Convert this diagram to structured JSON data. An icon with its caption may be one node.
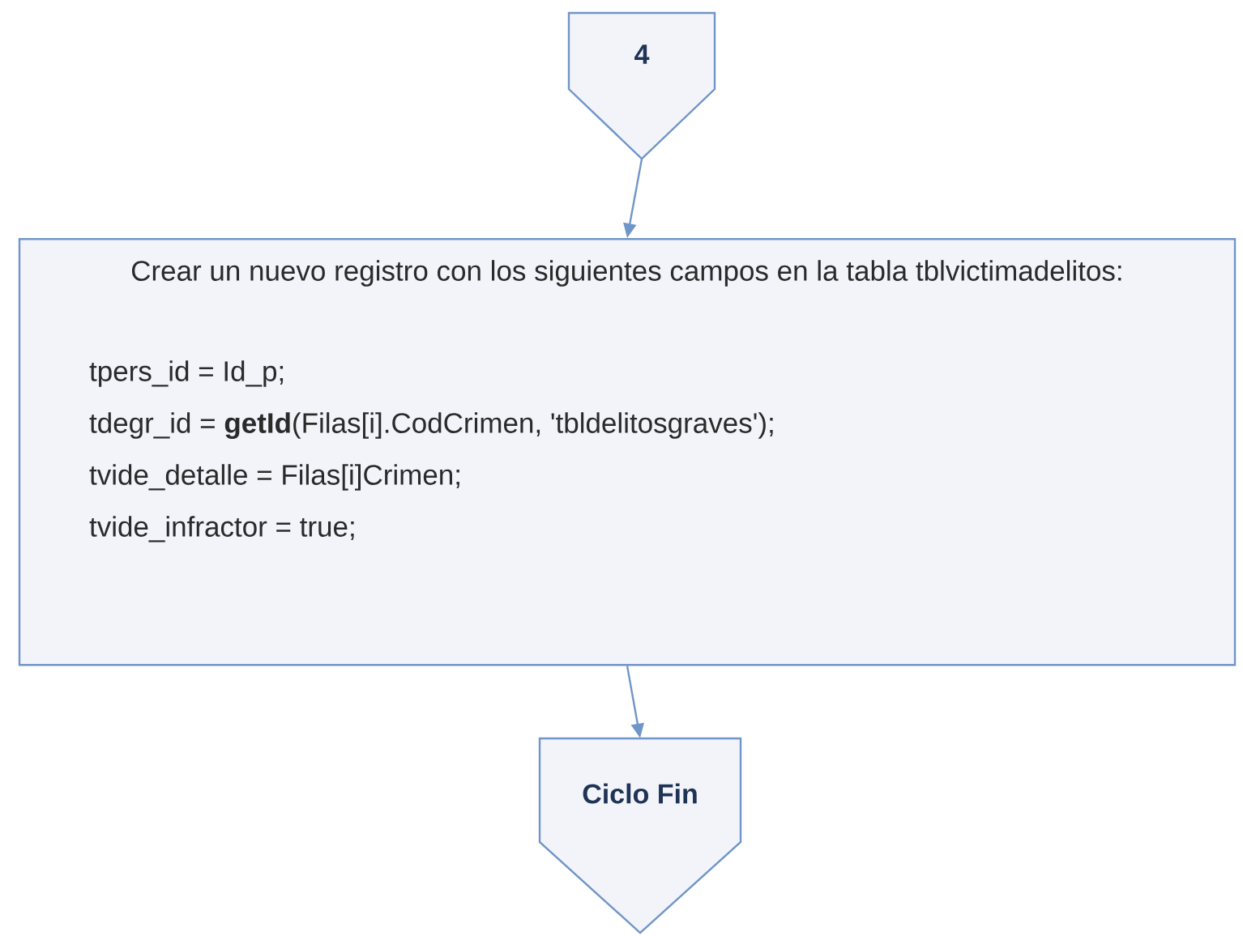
{
  "diagram": {
    "nodes": [
      {
        "text": [
          "4"
        ]
      },
      {
        "text": [
          "Crear un nuevo registro con los siguientes campos en la tabla tblvictimadelitos:",
          "tpers_id = Id_p;",
          "tdegr_id = **getId**(Filas[i].CodCrimen, 'tbldelitosgraves');",
          "tvide_detalle = Filas[i]Crimen;",
          "tvide_infractor = true;"
        ]
      },
      {
        "text": [
          "Ciclo Fin"
        ]
      }
    ],
    "edges": [
      {
        "from": 0,
        "to": 1,
        "arrow": "to"
      },
      {
        "from": 1,
        "to": 2,
        "arrow": "to"
      }
    ]
  }
}
